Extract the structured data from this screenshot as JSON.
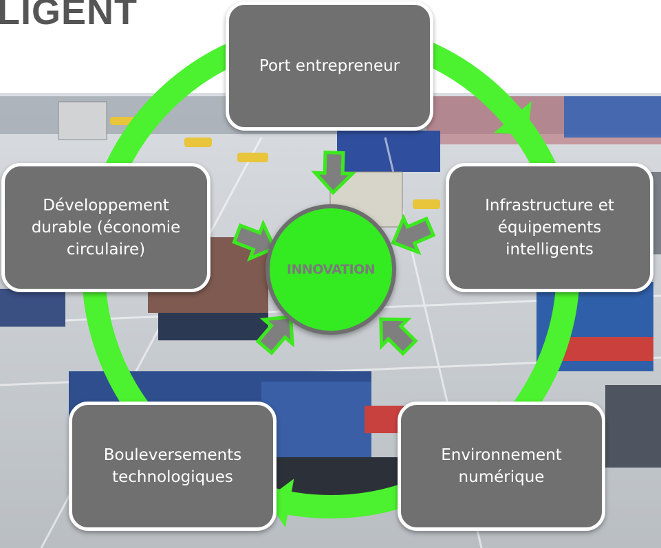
{
  "page": {
    "title": "LIGENT"
  },
  "diagram": {
    "center": {
      "label": "INNOVATION"
    },
    "nodes": [
      {
        "id": "port",
        "label": "Port entrepreneur"
      },
      {
        "id": "infra",
        "label": "Infrastructure et équipements intelligents"
      },
      {
        "id": "numerique",
        "label": "Environnement numérique"
      },
      {
        "id": "techno",
        "label": "Bouleversements technologiques"
      },
      {
        "id": "durable",
        "label": "Développement durable (économie circulaire)"
      }
    ]
  },
  "colors": {
    "cycle_green": "#4cf12f",
    "center_green": "#34ea21",
    "node_gray": "#707070",
    "arrow_gray": "#7f7f7f",
    "arrow_outline": "#3ce81e"
  },
  "icons": {
    "node_arrow": "block-arrow-icon",
    "cycle_arrow": "circular-arrow-icon"
  }
}
